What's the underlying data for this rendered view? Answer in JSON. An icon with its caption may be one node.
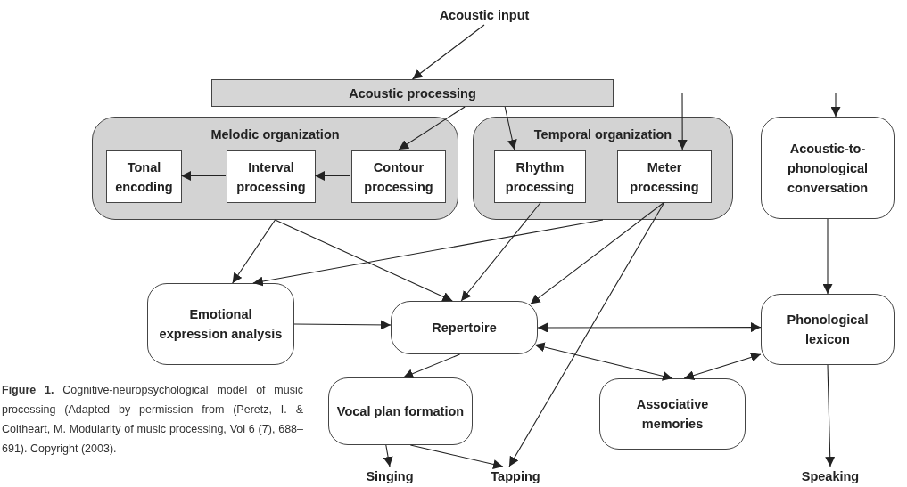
{
  "diagram": {
    "caption": "**Figure 1.** Cognitive-neuropsychological model of music processing (Adapted by permission from (Peretz, I. & Coltheart, M. Modularity of music processing, Vol 6 (7), 688–691). Copyright (2003).",
    "nodes": [
      {
        "text": [
          "Acoustic input"
        ]
      },
      {
        "text": [
          "Acoustic processing"
        ]
      },
      {
        "text": [
          "Melodic organization"
        ]
      },
      {
        "text": [
          "Tonal encoding"
        ],
        "in": 2
      },
      {
        "text": [
          "Interval processing"
        ],
        "in": 2
      },
      {
        "text": [
          "Contour processing"
        ],
        "in": 2
      },
      {
        "text": [
          "Temporal organization"
        ]
      },
      {
        "text": [
          "Rhythm processing"
        ],
        "in": 6
      },
      {
        "text": [
          "Meter processing"
        ],
        "in": 6
      },
      {
        "text": [
          "Acoustic-to-phonological conversation"
        ]
      },
      {
        "text": [
          "Emotional expression analysis"
        ]
      },
      {
        "text": [
          "Repertoire"
        ]
      },
      {
        "text": [
          "Phonological lexicon"
        ]
      },
      {
        "text": [
          "Vocal plan formation"
        ]
      },
      {
        "text": [
          "Associative memories"
        ]
      },
      {
        "text": [
          "Singing"
        ]
      },
      {
        "text": [
          "Tapping"
        ]
      },
      {
        "text": [
          "Speaking"
        ]
      }
    ],
    "edges": [
      {
        "from": 0,
        "to": 1,
        "arrow": "to"
      },
      {
        "from": 1,
        "to": 5,
        "arrow": "to"
      },
      {
        "from": 1,
        "to": 7,
        "arrow": "to"
      },
      {
        "from": 1,
        "to": 8,
        "arrow": "to"
      },
      {
        "from": 1,
        "to": 9,
        "arrow": "to"
      },
      {
        "from": 5,
        "to": 4,
        "arrow": "to"
      },
      {
        "from": 4,
        "to": 3,
        "arrow": "to"
      },
      {
        "from": 2,
        "to": 10,
        "arrow": "to"
      },
      {
        "from": 2,
        "to": 11,
        "arrow": "to"
      },
      {
        "from": 6,
        "to": 10,
        "arrow": "to"
      },
      {
        "from": 7,
        "to": 11,
        "arrow": "to"
      },
      {
        "from": 8,
        "to": 11,
        "arrow": "to"
      },
      {
        "from": 8,
        "to": 16,
        "arrow": "to"
      },
      {
        "from": 9,
        "to": 12,
        "arrow": "to"
      },
      {
        "from": 10,
        "to": 11,
        "arrow": "to"
      },
      {
        "from": 11,
        "to": 12,
        "arrow": "both"
      },
      {
        "from": 11,
        "to": 14,
        "arrow": "both"
      },
      {
        "from": 14,
        "to": 12,
        "arrow": "both"
      },
      {
        "from": 11,
        "to": 13,
        "arrow": "to"
      },
      {
        "from": 13,
        "to": 15,
        "arrow": "to"
      },
      {
        "from": 13,
        "to": 16,
        "arrow": "to"
      },
      {
        "from": 12,
        "to": 17,
        "arrow": "to"
      }
    ]
  }
}
